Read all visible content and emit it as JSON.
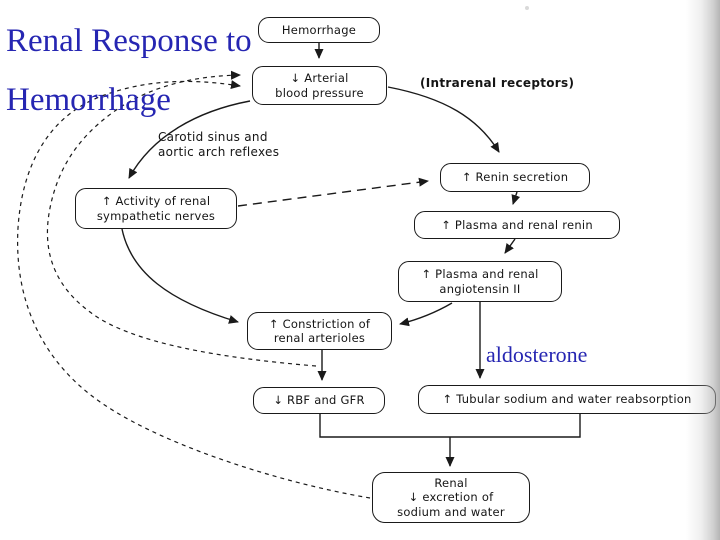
{
  "slide": {
    "title": "Renal Response to\nHemorrhage"
  },
  "diagram": {
    "boxes": {
      "hemorrhage": "Hemorrhage",
      "arterial": "↓ Arterial\nblood pressure",
      "activity": "↑ Activity of renal\nsympathetic nerves",
      "renin": "↑ Renin secretion",
      "plasma_renin": "↑ Plasma and renal renin",
      "angiotensin": "↑ Plasma and renal\nangiotensin II",
      "constriction": "↑ Constriction of\nrenal arterioles",
      "rbf": "↓ RBF and GFR",
      "tubular": "↑ Tubular sodium and water reabsorption",
      "renal_excretion": "Renal\n↓ excretion of\nsodium and water"
    },
    "labels": {
      "intrarenal": "(Intrarenal receptors)",
      "carotid": "Carotid sinus and\naortic arch reflexes",
      "aldosterone": "aldosterone"
    }
  },
  "colors": {
    "title_blue": "#2626b2",
    "diagram_ink": "#1a1a1a",
    "scan_edge_gray": "#bdbdbd"
  }
}
